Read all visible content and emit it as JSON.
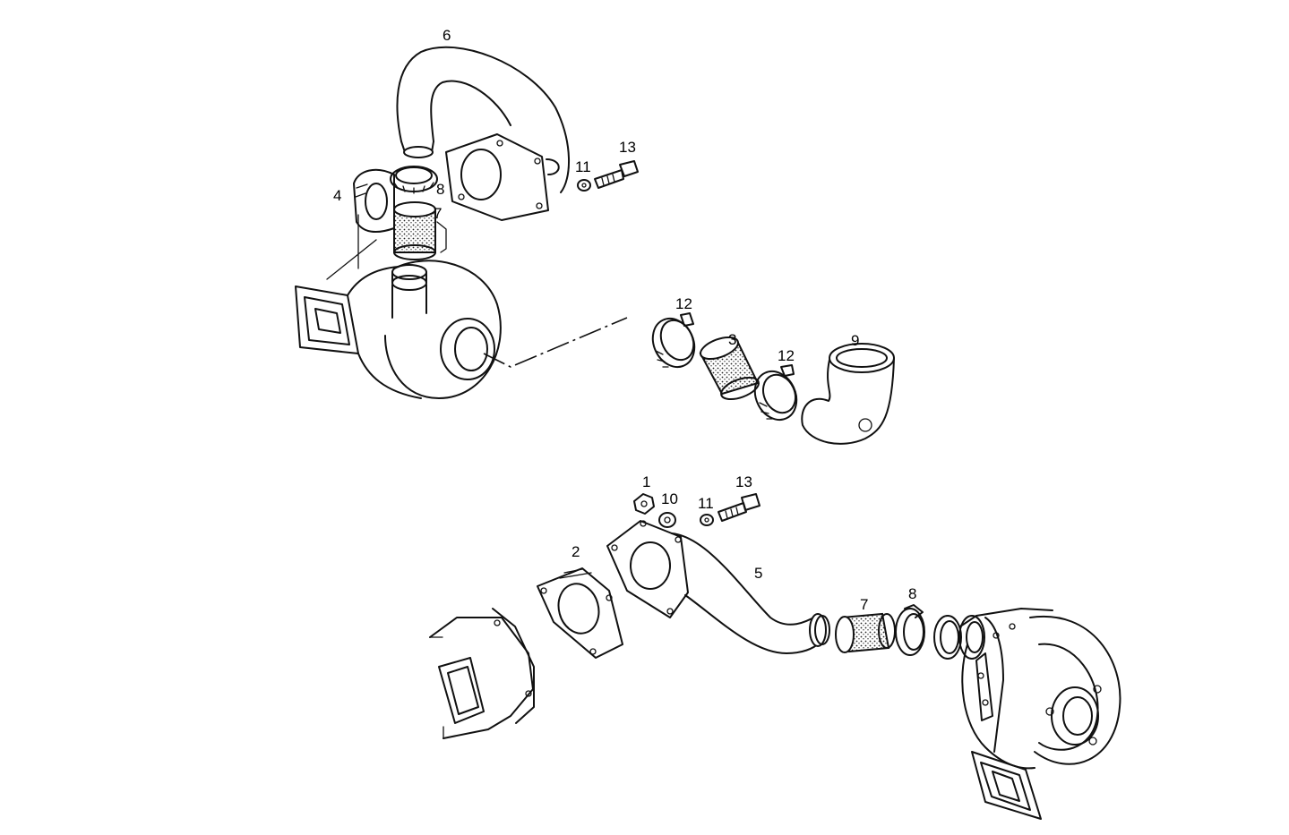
{
  "callouts": {
    "top": {
      "p6": "6",
      "p13": "13",
      "p11": "11",
      "p8": "8",
      "p4": "4",
      "p7": "7",
      "p12a": "12",
      "p3": "3",
      "p12b": "12",
      "p9": "9"
    },
    "bottom": {
      "p1": "1",
      "p10": "10",
      "p11": "11",
      "p13": "13",
      "p2": "2",
      "p5": "5",
      "p7": "7",
      "p8": "8"
    }
  }
}
